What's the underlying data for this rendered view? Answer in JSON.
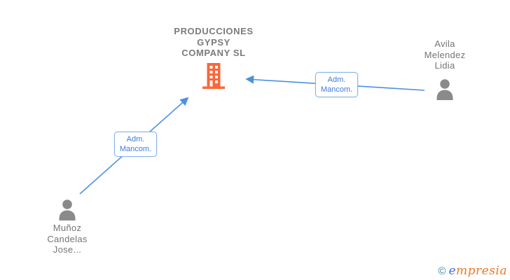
{
  "diagram": {
    "company": {
      "name": "PRODUCCIONES\nGYPSY\nCOMPANY SL",
      "icon": "building-icon",
      "icon_color": "#f9683a"
    },
    "people": [
      {
        "name": "Avila\nMelendez\nLidia",
        "icon": "person-icon",
        "icon_color": "#8a8a8a"
      },
      {
        "name": "Muñoz\nCandelas\nJose...",
        "icon": "person-icon",
        "icon_color": "#8a8a8a"
      }
    ],
    "edges": [
      {
        "from": "Avila Melendez Lidia",
        "to": "PRODUCCIONES GYPSY COMPANY SL",
        "label": "Adm.\nMancom."
      },
      {
        "from": "Muñoz Candelas Jose...",
        "to": "PRODUCCIONES GYPSY COMPANY SL",
        "label": "Adm.\nMancom."
      }
    ],
    "colors": {
      "edge": "#4d90e2",
      "edge_label_text": "#3d7ce0",
      "edge_label_border": "#88b4ec",
      "node_text": "#757575",
      "person_icon": "#8a8a8a",
      "building_icon": "#f9683a"
    }
  },
  "footer": {
    "copyright": "©",
    "brand_e": "e",
    "brand_rest": "mpresia"
  }
}
